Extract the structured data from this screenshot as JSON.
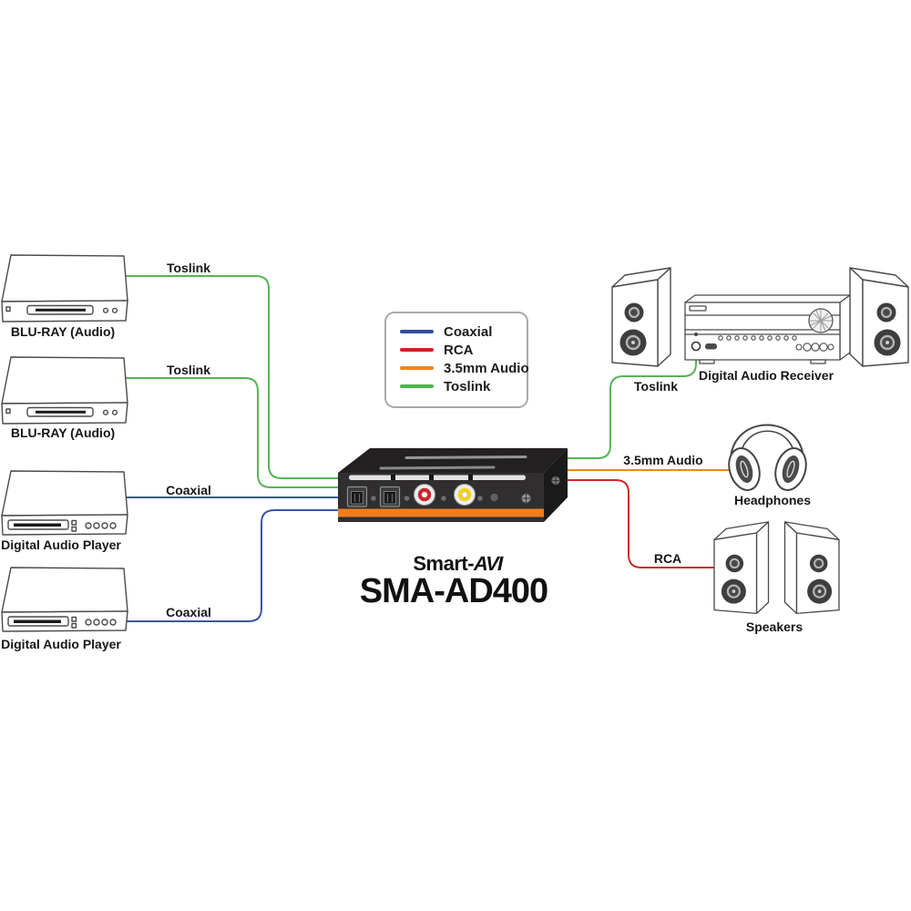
{
  "product": {
    "brand_prefix": "Smart-",
    "brand_suffix": "AVI",
    "model": "SMA-AD400"
  },
  "colors": {
    "coaxial": "#3a55a5",
    "rca": "#cb2a28",
    "audio_3_5mm": "#f5821f",
    "toslink": "#55b556",
    "device_accent": "#ef7d1d"
  },
  "legend": {
    "items": [
      {
        "id": "coaxial",
        "label": "Coaxial",
        "color": "#2f4da0"
      },
      {
        "id": "rca",
        "label": "RCA",
        "color": "#cc2227"
      },
      {
        "id": "audio-3-5mm",
        "label": "3.5mm Audio",
        "color": "#f5821f"
      },
      {
        "id": "toslink",
        "label": "Toslink",
        "color": "#4cb64c"
      }
    ]
  },
  "sources": {
    "bluray1": {
      "label": "BLU-RAY (Audio)",
      "connection": "Toslink"
    },
    "bluray2": {
      "label": "BLU-RAY (Audio)",
      "connection": "Toslink"
    },
    "player1": {
      "label": "Digital Audio Player",
      "connection": "Coaxial"
    },
    "player2": {
      "label": "Digital Audio Player",
      "connection": "Coaxial"
    }
  },
  "outputs": {
    "receiver": {
      "label": "Digital Audio Receiver",
      "connection": "Toslink"
    },
    "headphones": {
      "label": "Headphones",
      "connection": "3.5mm Audio"
    },
    "speakers": {
      "label": "Speakers",
      "connection": "RCA"
    }
  }
}
